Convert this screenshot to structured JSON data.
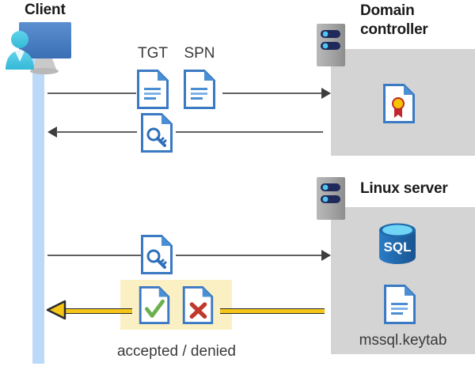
{
  "diagram": {
    "title": "Kerberos authentication flow between client, domain controller and Linux server",
    "colors": {
      "lifeline": "#bcd9f7",
      "zone_fill": "#d4d4d4",
      "highlight_fill": "#fbf0c4",
      "line_gray": "#606060",
      "line_yellow": "#f5c518",
      "doc_blue": "#3a79c4",
      "sql_blue": "#1f68ab",
      "accept_green": "#6ab04c",
      "deny_red": "#c0392b",
      "cert_gold": "#f5c400",
      "cert_red": "#c1272d",
      "server_gray": "#a6a6a6",
      "server_navy": "#1f2a5a",
      "person_cyan": "#3fc1e0",
      "monitor_blue": "#4a7ebb"
    }
  },
  "actors": {
    "client": {
      "label": "Client",
      "icon": "client-workstation-icon"
    },
    "domain_controller": {
      "label": "Domain\ncontroller",
      "line1": "Domain",
      "line2": "controller",
      "icon": "server-rack-icon"
    },
    "linux_server": {
      "label": "Linux server",
      "icon": "server-rack-icon"
    }
  },
  "messages": [
    {
      "id": "req-tgt-spn",
      "direction": "right",
      "labels": [
        "TGT",
        "SPN"
      ],
      "icons": [
        "document-icon",
        "document-icon"
      ]
    },
    {
      "id": "resp-service-ticket",
      "direction": "left",
      "labels": [],
      "icons": [
        "document-key-icon"
      ]
    },
    {
      "id": "present-ticket",
      "direction": "right",
      "labels": [],
      "icons": [
        "document-key-icon"
      ]
    },
    {
      "id": "auth-result",
      "direction": "left",
      "labels": [
        "accepted / denied"
      ],
      "icons": [
        "document-check-icon",
        "document-cross-icon"
      ],
      "highlighted": true
    }
  ],
  "message_labels": {
    "tgt": "TGT",
    "spn": "SPN",
    "result": "accepted / denied"
  },
  "domain_controller_contents": [
    {
      "name": "certificate-document",
      "icon": "document-certificate-icon",
      "caption": ""
    }
  ],
  "linux_server_contents": [
    {
      "name": "sql-database",
      "icon": "sql-database-icon",
      "caption": "SQL"
    },
    {
      "name": "keytab-file",
      "icon": "document-icon",
      "caption": "mssql.keytab"
    }
  ],
  "captions": {
    "sql": "SQL",
    "keytab": "mssql.keytab"
  }
}
